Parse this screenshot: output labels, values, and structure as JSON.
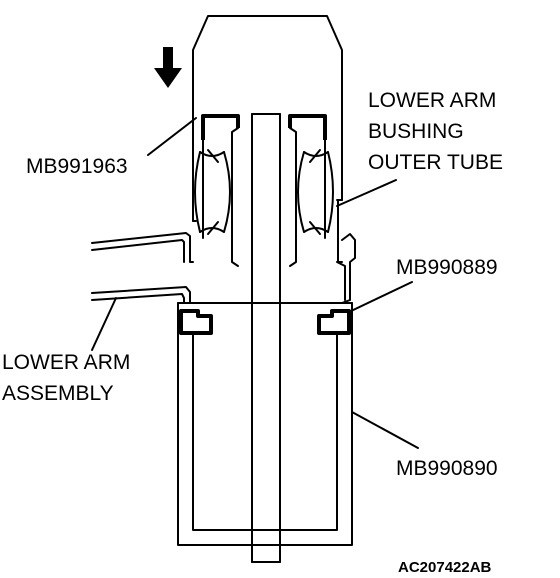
{
  "labels": {
    "mb991963": "MB991963",
    "bushing_line1": "LOWER ARM",
    "bushing_line2": "BUSHING",
    "bushing_line3": "OUTER TUBE",
    "mb990889": "MB990889",
    "lower_arm_line1": "LOWER ARM",
    "lower_arm_line2": "ASSEMBLY",
    "mb990890": "MB990890",
    "figure_code": "AC207422AB"
  },
  "icons": {
    "press_direction": "arrow-down-icon"
  },
  "colors": {
    "line": "#000000",
    "background": "#ffffff"
  }
}
